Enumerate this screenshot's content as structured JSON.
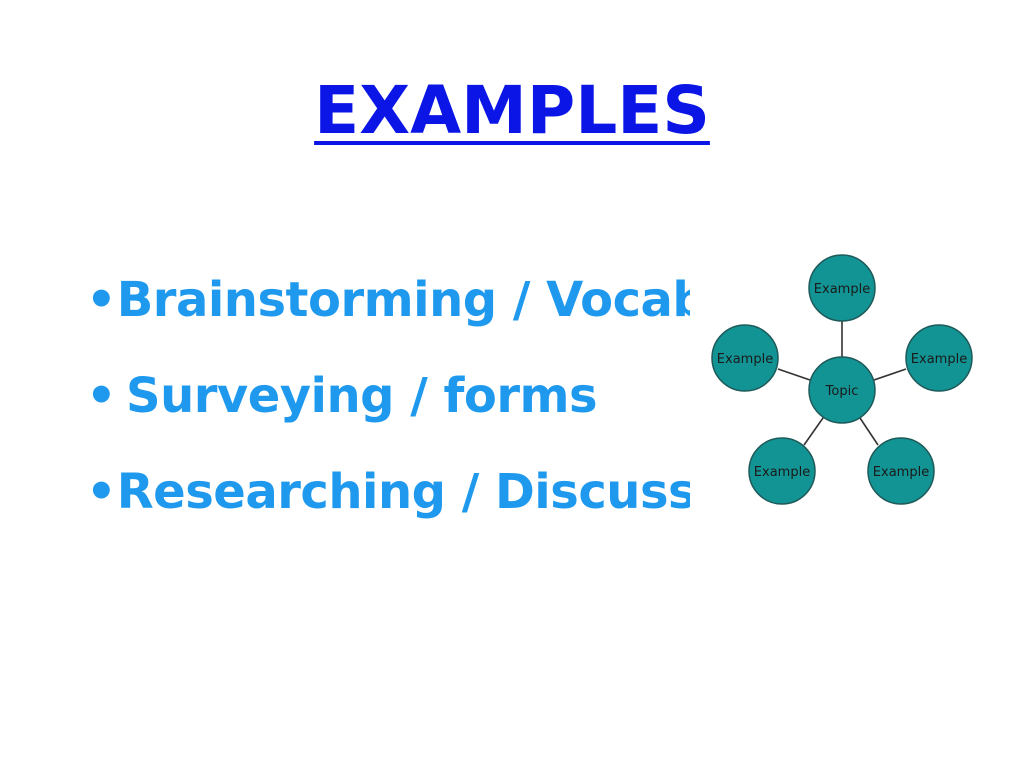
{
  "slide": {
    "title": "EXAMPLES",
    "bullet_glyph": "•",
    "bullets": [
      {
        "text": "Brainstorming / Vocabulary"
      },
      {
        "text": "Surveying / forms"
      },
      {
        "text": "Researching / Discussing"
      }
    ]
  },
  "diagram": {
    "center": {
      "label": "Topic"
    },
    "nodes": [
      {
        "label": "Example"
      },
      {
        "label": "Example"
      },
      {
        "label": "Example"
      },
      {
        "label": "Example"
      },
      {
        "label": "Example"
      }
    ],
    "colors": {
      "node_fill": "#139494",
      "node_stroke": "#1e5a5a",
      "edge": "#333333"
    }
  }
}
